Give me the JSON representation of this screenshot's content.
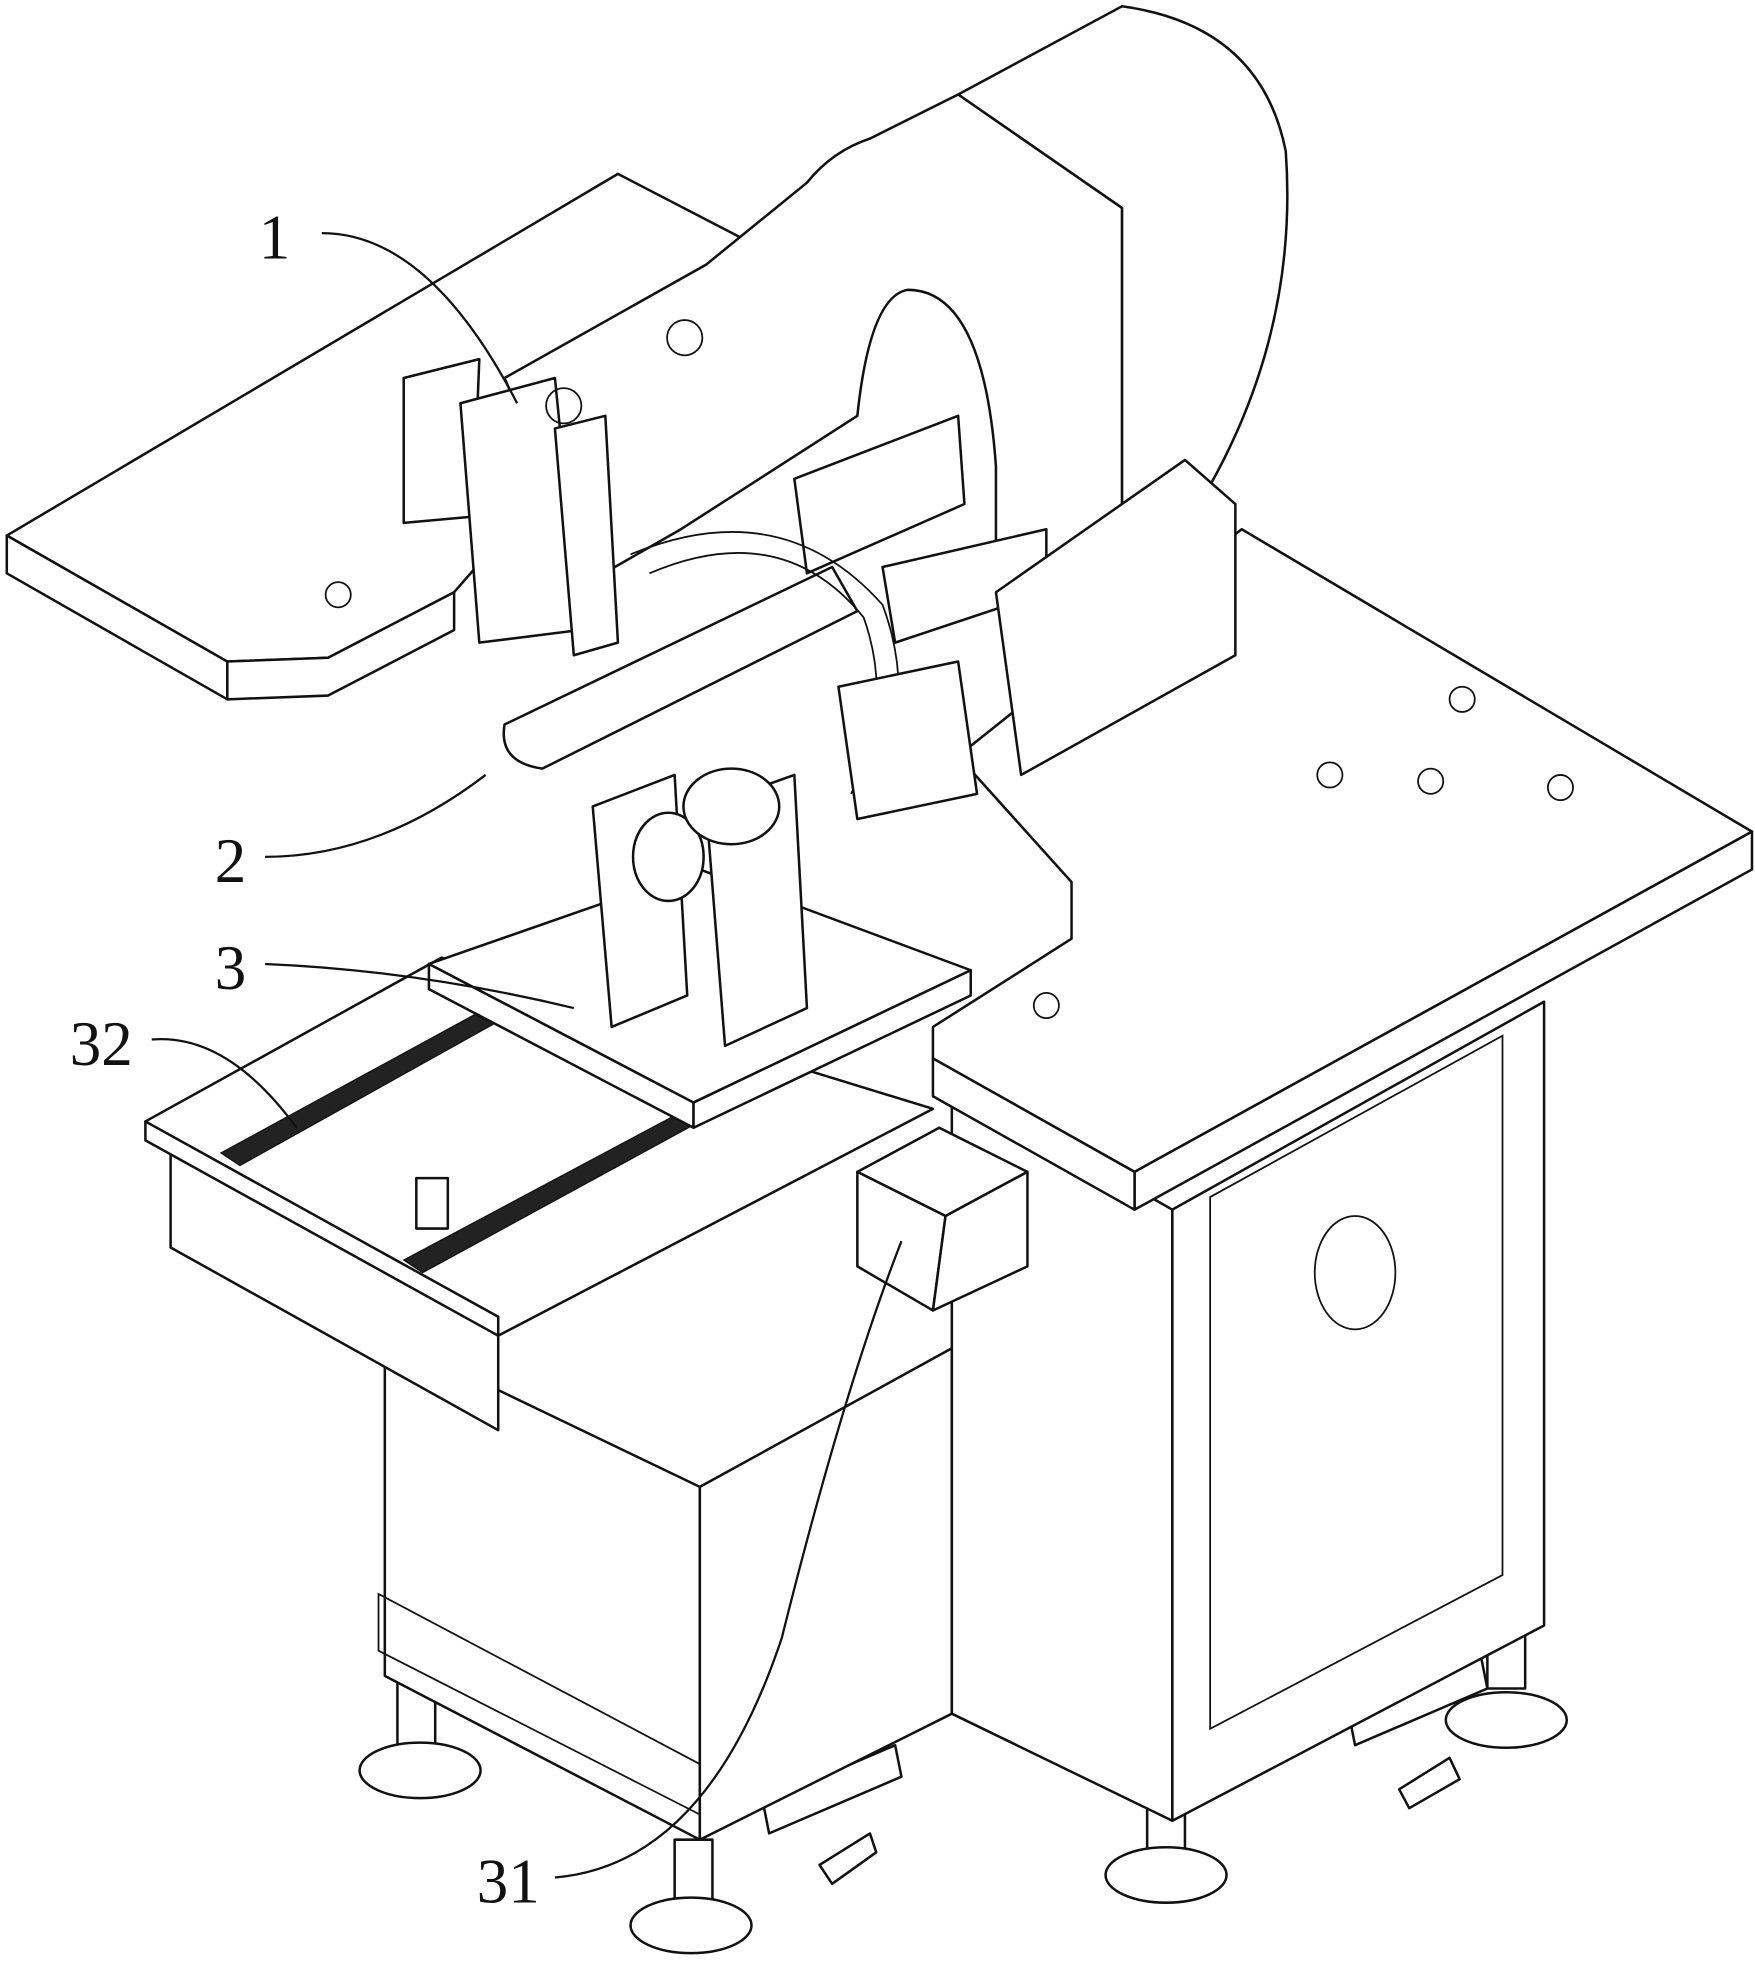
{
  "figure": {
    "labels": [
      {
        "id": "label-1",
        "text": "1"
      },
      {
        "id": "label-2",
        "text": "2"
      },
      {
        "id": "label-3",
        "text": "3"
      },
      {
        "id": "label-32",
        "text": "32"
      },
      {
        "id": "label-31",
        "text": "31"
      }
    ]
  }
}
